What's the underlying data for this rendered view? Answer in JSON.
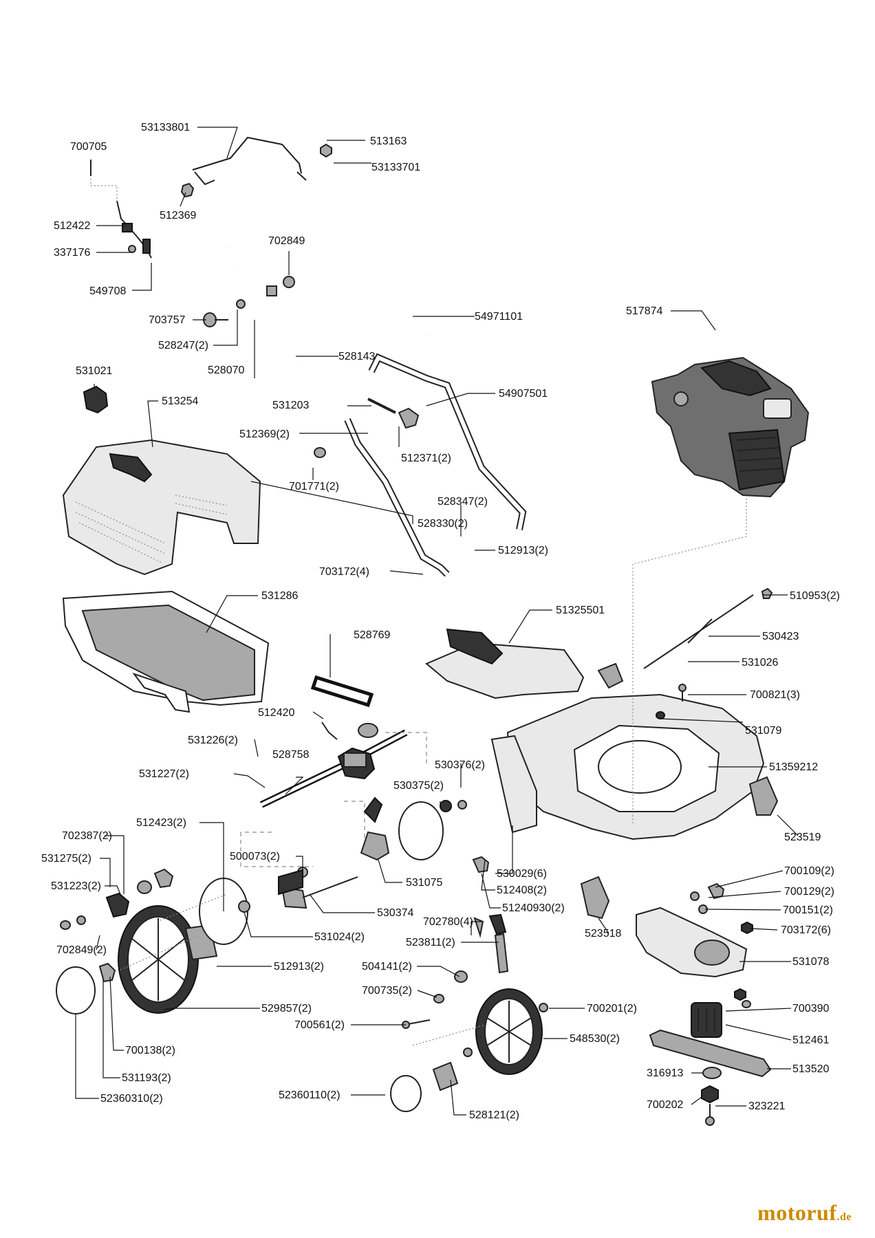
{
  "parts": [
    {
      "id": "p53133801",
      "label": "53133801"
    },
    {
      "id": "p700705",
      "label": "700705"
    },
    {
      "id": "p513163",
      "label": "513163"
    },
    {
      "id": "p53133701",
      "label": "53133701"
    },
    {
      "id": "p512369",
      "label": "512369"
    },
    {
      "id": "p512422",
      "label": "512422"
    },
    {
      "id": "p337176",
      "label": "337176"
    },
    {
      "id": "p549708",
      "label": "549708"
    },
    {
      "id": "p702849a",
      "label": "702849"
    },
    {
      "id": "p54971101",
      "label": "54971101"
    },
    {
      "id": "p703757",
      "label": "703757"
    },
    {
      "id": "p528247",
      "label": "528247(2)"
    },
    {
      "id": "p528143",
      "label": "528143"
    },
    {
      "id": "p528070",
      "label": "528070"
    },
    {
      "id": "p517874",
      "label": "517874"
    },
    {
      "id": "p531021",
      "label": "531021"
    },
    {
      "id": "p513254",
      "label": "513254"
    },
    {
      "id": "p531203",
      "label": "531203"
    },
    {
      "id": "p54907501",
      "label": "54907501"
    },
    {
      "id": "p512369b",
      "label": "512369(2)"
    },
    {
      "id": "p512371",
      "label": "512371(2)"
    },
    {
      "id": "p701771",
      "label": "701771(2)"
    },
    {
      "id": "p528347",
      "label": "528347(2)"
    },
    {
      "id": "p528330",
      "label": "528330(2)"
    },
    {
      "id": "p512913a",
      "label": "512913(2)"
    },
    {
      "id": "p703172a",
      "label": "703172(4)"
    },
    {
      "id": "p531286",
      "label": "531286"
    },
    {
      "id": "p51325501",
      "label": "51325501"
    },
    {
      "id": "p510953",
      "label": "510953(2)"
    },
    {
      "id": "p528769",
      "label": "528769"
    },
    {
      "id": "p530423",
      "label": "530423"
    },
    {
      "id": "p531026",
      "label": "531026"
    },
    {
      "id": "p700821",
      "label": "700821(3)"
    },
    {
      "id": "p512420",
      "label": "512420"
    },
    {
      "id": "p531079",
      "label": "531079"
    },
    {
      "id": "p531226",
      "label": "531226(2)"
    },
    {
      "id": "p528758",
      "label": "528758"
    },
    {
      "id": "p530376",
      "label": "530376(2)"
    },
    {
      "id": "p51359212",
      "label": "51359212"
    },
    {
      "id": "p531227",
      "label": "531227(2)"
    },
    {
      "id": "p530375",
      "label": "530375(2)"
    },
    {
      "id": "p512423",
      "label": "512423(2)"
    },
    {
      "id": "p702387",
      "label": "702387(2)"
    },
    {
      "id": "p523519",
      "label": "523519"
    },
    {
      "id": "p500073",
      "label": "500073(2)"
    },
    {
      "id": "p531275",
      "label": "531275(2)"
    },
    {
      "id": "p530029",
      "label": "530029(6)"
    },
    {
      "id": "p700109",
      "label": "700109(2)"
    },
    {
      "id": "p531223",
      "label": "531223(2)"
    },
    {
      "id": "p531075",
      "label": "531075"
    },
    {
      "id": "p512408",
      "label": "512408(2)"
    },
    {
      "id": "p700129",
      "label": "700129(2)"
    },
    {
      "id": "p51240930",
      "label": "51240930(2)"
    },
    {
      "id": "p700151",
      "label": "700151(2)"
    },
    {
      "id": "p530374",
      "label": "530374"
    },
    {
      "id": "p702780",
      "label": "702780(4)"
    },
    {
      "id": "p702849b",
      "label": "702849(2)"
    },
    {
      "id": "p531024",
      "label": "531024(2)"
    },
    {
      "id": "p703172b",
      "label": "703172(6)"
    },
    {
      "id": "p523811",
      "label": "523811(2)"
    },
    {
      "id": "p523518",
      "label": "523518"
    },
    {
      "id": "p531078",
      "label": "531078"
    },
    {
      "id": "p512913b",
      "label": "512913(2)"
    },
    {
      "id": "p504141",
      "label": "504141(2)"
    },
    {
      "id": "p700735",
      "label": "700735(2)"
    },
    {
      "id": "p529857",
      "label": "529857(2)"
    },
    {
      "id": "p700201",
      "label": "700201(2)"
    },
    {
      "id": "p700390",
      "label": "700390"
    },
    {
      "id": "p700561",
      "label": "700561(2)"
    },
    {
      "id": "p548530",
      "label": "548530(2)"
    },
    {
      "id": "p512461",
      "label": "512461"
    },
    {
      "id": "p700138",
      "label": "700138(2)"
    },
    {
      "id": "p513520",
      "label": "513520"
    },
    {
      "id": "p316913",
      "label": "316913"
    },
    {
      "id": "p531193",
      "label": "531193(2)"
    },
    {
      "id": "p700202",
      "label": "700202"
    },
    {
      "id": "p323221",
      "label": "323221"
    },
    {
      "id": "p52360110",
      "label": "52360110(2)"
    },
    {
      "id": "p528121",
      "label": "528121(2)"
    },
    {
      "id": "p52360310",
      "label": "52360310(2)"
    }
  ],
  "brand": {
    "name": "motoruf",
    "tld": ".de"
  }
}
